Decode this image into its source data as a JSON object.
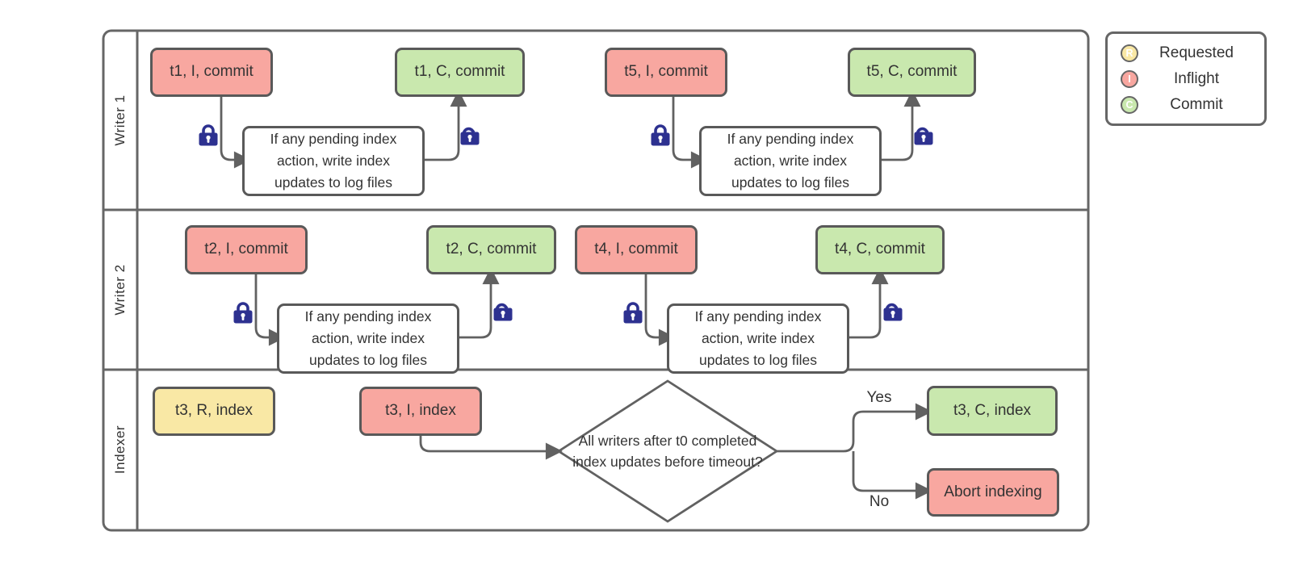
{
  "lanes": [
    {
      "label": "Writer 1"
    },
    {
      "label": "Writer 2"
    },
    {
      "label": "Indexer"
    }
  ],
  "nodes": {
    "t1_inflight": {
      "label": "t1, I, commit",
      "state": "inflight"
    },
    "t1_commit": {
      "label": "t1, C, commit",
      "state": "commit"
    },
    "t5_inflight": {
      "label": "t5, I, commit",
      "state": "inflight"
    },
    "t5_commit": {
      "label": "t5, C, commit",
      "state": "commit"
    },
    "t2_inflight": {
      "label": "t2, I, commit",
      "state": "inflight"
    },
    "t2_commit": {
      "label": "t2, C, commit",
      "state": "commit"
    },
    "t4_inflight": {
      "label": "t4, I, commit",
      "state": "inflight"
    },
    "t4_commit": {
      "label": "t4, C, commit",
      "state": "commit"
    },
    "t3_requested": {
      "label": "t3, R, index",
      "state": "requested"
    },
    "t3_inflight": {
      "label": "t3, I, index",
      "state": "inflight"
    },
    "t3_commit": {
      "label": "t3, C, index",
      "state": "commit"
    },
    "abort": {
      "label": "Abort indexing",
      "state": "inflight"
    },
    "process": {
      "label": "If any pending index action, write index updates to log files"
    },
    "decision": {
      "label": "All writers after t0 completed index updates before timeout?"
    }
  },
  "edge_labels": {
    "yes": "Yes",
    "no": "No"
  },
  "legend": {
    "items": [
      {
        "symbol": "R",
        "label": "Requested",
        "state": "requested"
      },
      {
        "symbol": "I",
        "label": "Inflight",
        "state": "inflight"
      },
      {
        "symbol": "C",
        "label": "Commit",
        "state": "commit"
      }
    ]
  },
  "colors": {
    "requested": "#f9e8a5",
    "inflight": "#f8a7a0",
    "commit": "#c9e8ae",
    "lock": "#2d3190",
    "stroke": "#616161",
    "text": "#333333"
  }
}
